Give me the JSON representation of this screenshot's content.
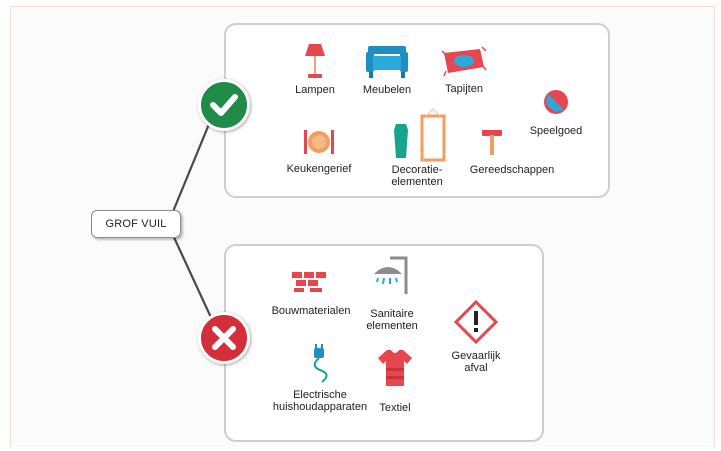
{
  "root": {
    "label": "GROF VUIL"
  },
  "allowed": {
    "status_icon": "check-icon",
    "status_color": "#1f8b46",
    "items": [
      {
        "label": "Lampen",
        "icon": "lamp-icon"
      },
      {
        "label": "Meubelen",
        "icon": "furniture-icon"
      },
      {
        "label": "Tapijten",
        "icon": "rug-icon"
      },
      {
        "label": "Speelgoed",
        "icon": "ball-icon"
      },
      {
        "label": "Keukengerief",
        "icon": "plate-cutlery-icon"
      },
      {
        "label_line1": "Decoratie-",
        "label_line2": "elementen",
        "icon": "vase-frame-icon"
      },
      {
        "label": "Gereedschappen",
        "icon": "hammer-icon"
      }
    ]
  },
  "forbidden": {
    "status_icon": "cross-icon",
    "status_color": "#d42e3a",
    "items": [
      {
        "label": "Bouwmaterialen",
        "icon": "bricks-icon"
      },
      {
        "label_line1": "Sanitaire",
        "label_line2": "elementen",
        "icon": "shower-icon"
      },
      {
        "label_line1": "Gevaarlijk",
        "label_line2": "afval",
        "icon": "hazard-icon"
      },
      {
        "label_line1": "Electrische",
        "label_line2": "huishoudapparaten",
        "icon": "plug-cable-icon"
      },
      {
        "label": "Textiel",
        "icon": "tshirt-icon"
      }
    ]
  }
}
